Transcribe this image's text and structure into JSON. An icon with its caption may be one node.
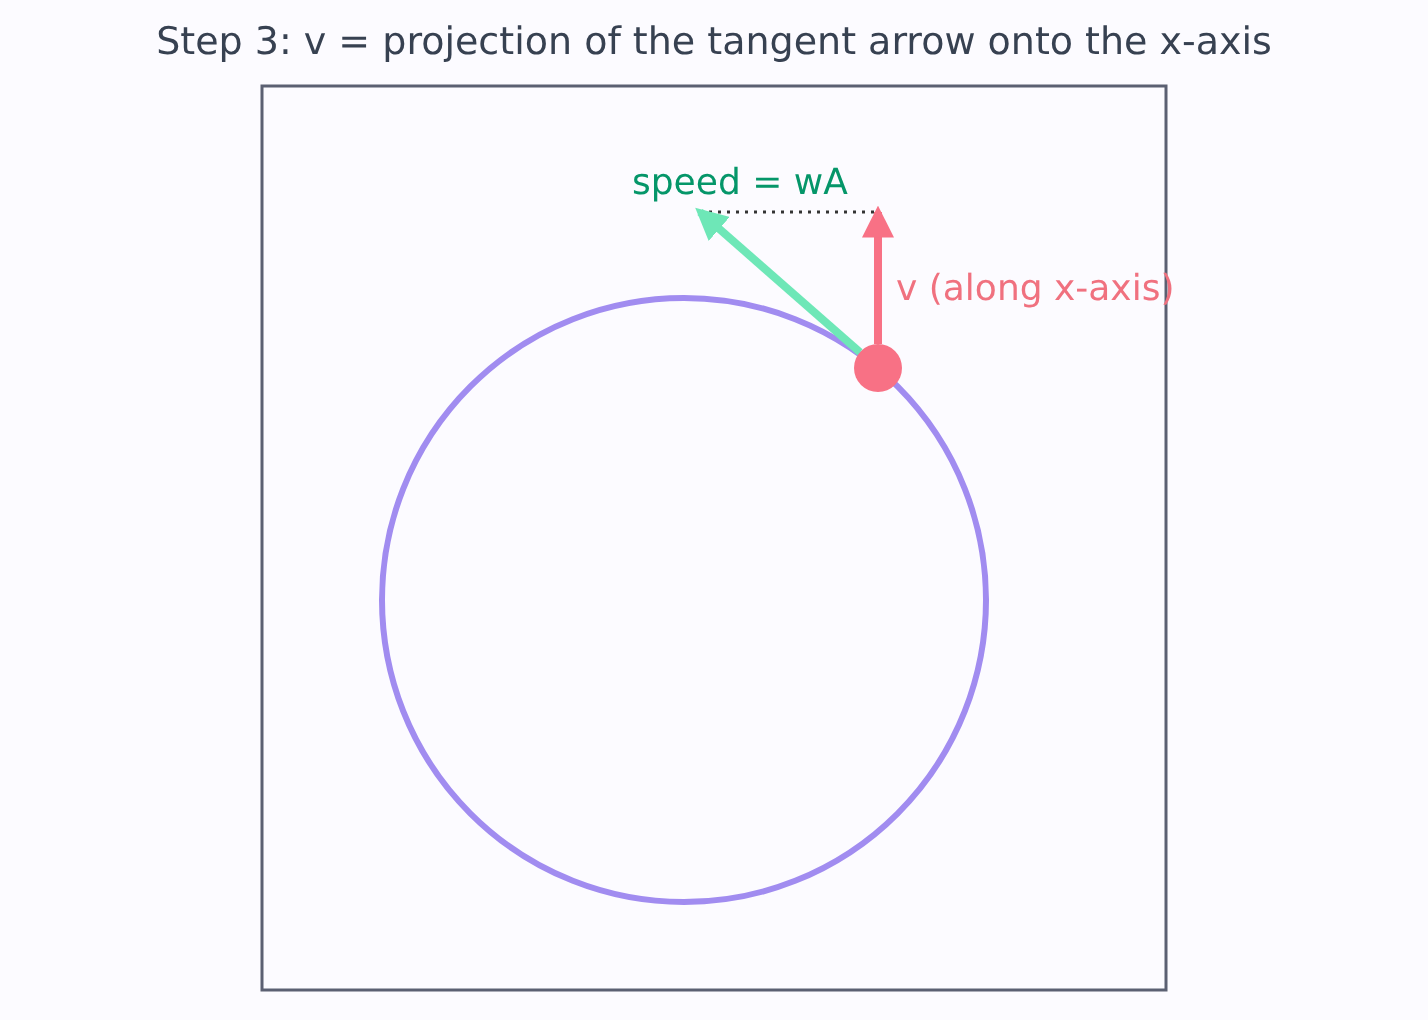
{
  "diagram": {
    "title": "Step 3: v = projection of the tangent arrow onto the x-axis",
    "nodes": [
      {
        "text": [],
        "shape": "circle"
      },
      {
        "text": [],
        "shape": "circle"
      },
      {
        "text": [
          "speed = wA"
        ]
      }
    ],
    "edges": [
      {
        "from": 1,
        "to": 2,
        "arrow": "to",
        "color": "#6ee7b7"
      },
      {
        "from": 1,
        "to": 2,
        "arrow": "to",
        "color": "#f87185"
      }
    ],
    "labels": [
      "v (along x-axis)"
    ]
  }
}
